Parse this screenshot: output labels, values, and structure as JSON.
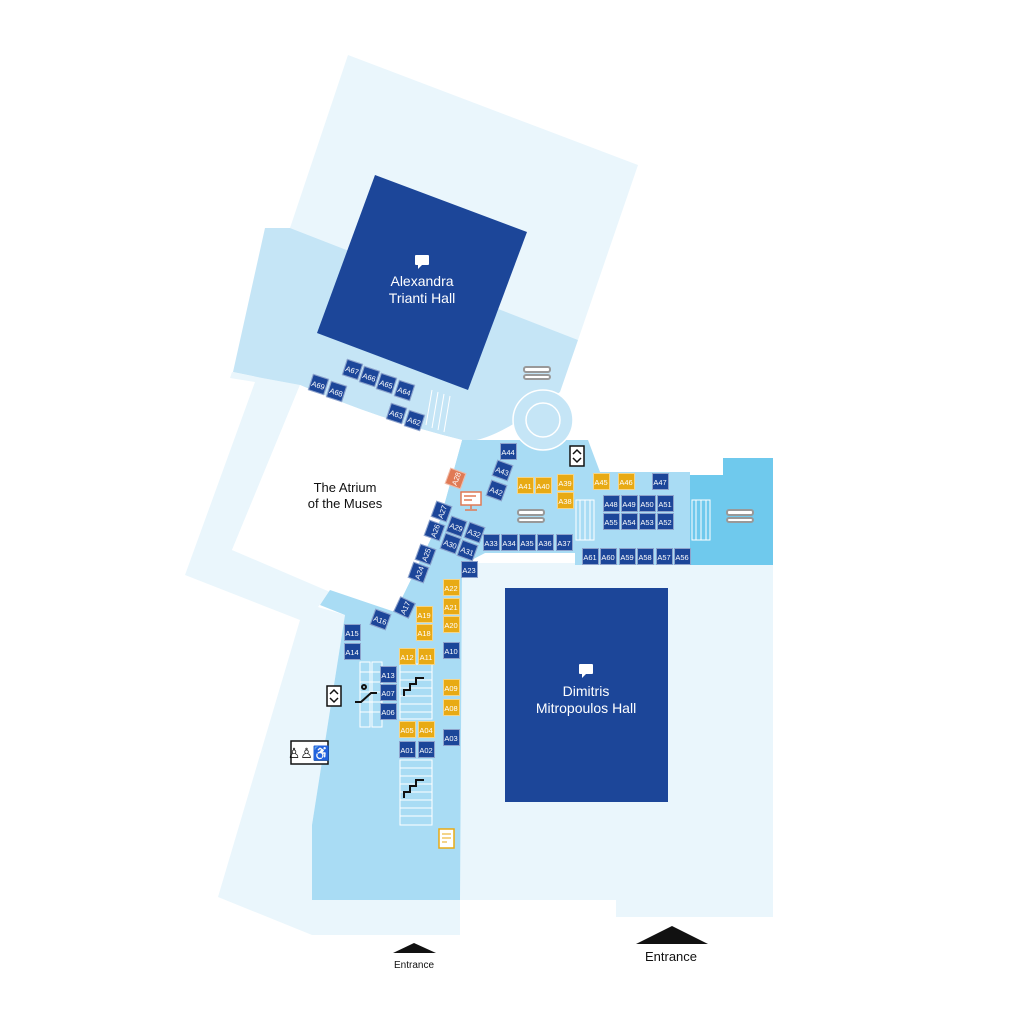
{
  "colors": {
    "exhibitor": "#1c4699",
    "featured": "#e8aa14",
    "special": "#e07a55",
    "hall": "#1c4699",
    "corridor": "#a9dcf4",
    "lobby": "#c5e5f6",
    "outer": "#eaf6fc",
    "lounge": "#6fc9ed"
  },
  "halls": [
    {
      "name": "Alexandra\nTrianti Hall",
      "line1": "Alexandra",
      "line2": "Trianti Hall",
      "icon": "speech-bubble-icon"
    },
    {
      "name": "Dimitris Mitropoulos Hall",
      "line1": "Dimitris",
      "line2": "Mitropoulos Hall",
      "icon": "speech-bubble-icon"
    }
  ],
  "atrium": {
    "line1": "The Atrium",
    "line2": "of the Muses"
  },
  "entrances": [
    "Entrance",
    "Entrance"
  ],
  "icons": [
    "restaurant-icon",
    "elevator-icon",
    "escalator-icon",
    "stairs-icon",
    "restrooms-icon",
    "registration-icon",
    "info-screen-icon"
  ],
  "booths": [
    {
      "id": "A01",
      "type": "featured_no"
    },
    {
      "id": "A01",
      "type": "exhibitor"
    },
    {
      "id": "A02",
      "type": "exhibitor"
    },
    {
      "id": "A03",
      "type": "exhibitor"
    },
    {
      "id": "A04",
      "type": "featured"
    },
    {
      "id": "A05",
      "type": "featured"
    },
    {
      "id": "A06",
      "type": "exhibitor"
    },
    {
      "id": "A07",
      "type": "exhibitor"
    },
    {
      "id": "A08",
      "type": "featured"
    },
    {
      "id": "A09",
      "type": "featured"
    },
    {
      "id": "A10",
      "type": "exhibitor"
    },
    {
      "id": "A11",
      "type": "featured"
    },
    {
      "id": "A12",
      "type": "featured"
    },
    {
      "id": "A13",
      "type": "exhibitor"
    },
    {
      "id": "A14",
      "type": "exhibitor"
    },
    {
      "id": "A15",
      "type": "exhibitor"
    },
    {
      "id": "A16",
      "type": "exhibitor"
    },
    {
      "id": "A17",
      "type": "exhibitor"
    },
    {
      "id": "A18",
      "type": "featured"
    },
    {
      "id": "A19",
      "type": "featured"
    },
    {
      "id": "A20",
      "type": "featured"
    },
    {
      "id": "A21",
      "type": "featured"
    },
    {
      "id": "A22",
      "type": "featured"
    },
    {
      "id": "A23",
      "type": "exhibitor"
    },
    {
      "id": "A24",
      "type": "exhibitor"
    },
    {
      "id": "A25",
      "type": "exhibitor"
    },
    {
      "id": "A26",
      "type": "exhibitor"
    },
    {
      "id": "A27",
      "type": "exhibitor"
    },
    {
      "id": "A28",
      "type": "special"
    },
    {
      "id": "A29",
      "type": "exhibitor"
    },
    {
      "id": "A30",
      "type": "exhibitor"
    },
    {
      "id": "A31",
      "type": "exhibitor"
    },
    {
      "id": "A32",
      "type": "exhibitor"
    },
    {
      "id": "A33",
      "type": "exhibitor"
    },
    {
      "id": "A34",
      "type": "exhibitor"
    },
    {
      "id": "A35",
      "type": "exhibitor"
    },
    {
      "id": "A36",
      "type": "exhibitor"
    },
    {
      "id": "A37",
      "type": "exhibitor"
    },
    {
      "id": "A38",
      "type": "featured"
    },
    {
      "id": "A39",
      "type": "featured"
    },
    {
      "id": "A40",
      "type": "featured"
    },
    {
      "id": "A41",
      "type": "featured"
    },
    {
      "id": "A42",
      "type": "exhibitor"
    },
    {
      "id": "A43",
      "type": "exhibitor"
    },
    {
      "id": "A44",
      "type": "exhibitor"
    },
    {
      "id": "A45",
      "type": "featured"
    },
    {
      "id": "A46",
      "type": "featured"
    },
    {
      "id": "A47",
      "type": "exhibitor"
    },
    {
      "id": "A48",
      "type": "exhibitor"
    },
    {
      "id": "A49",
      "type": "exhibitor"
    },
    {
      "id": "A50",
      "type": "exhibitor"
    },
    {
      "id": "A51",
      "type": "exhibitor"
    },
    {
      "id": "A52",
      "type": "exhibitor"
    },
    {
      "id": "A53",
      "type": "exhibitor"
    },
    {
      "id": "A54",
      "type": "exhibitor"
    },
    {
      "id": "A55",
      "type": "exhibitor"
    },
    {
      "id": "A56",
      "type": "exhibitor"
    },
    {
      "id": "A57",
      "type": "exhibitor"
    },
    {
      "id": "A58",
      "type": "exhibitor"
    },
    {
      "id": "A59",
      "type": "exhibitor"
    },
    {
      "id": "A60",
      "type": "exhibitor"
    },
    {
      "id": "A61",
      "type": "exhibitor"
    },
    {
      "id": "A62",
      "type": "exhibitor"
    },
    {
      "id": "A63",
      "type": "exhibitor"
    },
    {
      "id": "A64",
      "type": "exhibitor"
    },
    {
      "id": "A65",
      "type": "exhibitor"
    },
    {
      "id": "A66",
      "type": "exhibitor"
    },
    {
      "id": "A67",
      "type": "exhibitor"
    },
    {
      "id": "A68",
      "type": "exhibitor"
    },
    {
      "id": "A69",
      "type": "exhibitor"
    }
  ]
}
